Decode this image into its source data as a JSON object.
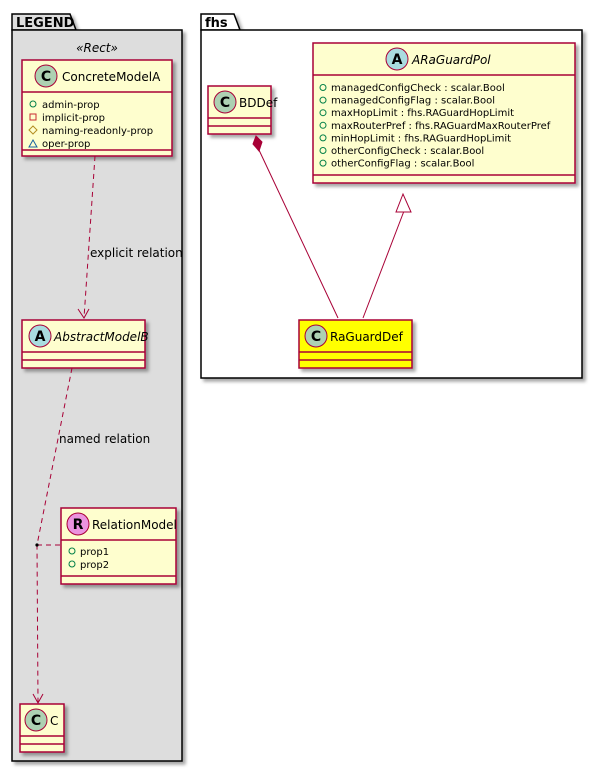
{
  "legend_package": {
    "title": "LEGEND",
    "stereotype": "«Rect»",
    "concrete_model": {
      "kind_letter": "C",
      "name": "ConcreteModelA",
      "attributes": [
        {
          "visibility": "public",
          "text": "admin-prop"
        },
        {
          "visibility": "private",
          "text": "implicit-prop"
        },
        {
          "visibility": "protected",
          "text": "naming-readonly-prop"
        },
        {
          "visibility": "package",
          "text": "oper-prop"
        }
      ]
    },
    "explicit_relation_label": "explicit relation",
    "abstract_model": {
      "kind_letter": "A",
      "name": "AbstractModelB"
    },
    "named_relation_label": "named relation",
    "relation_model": {
      "kind_letter": "R",
      "name": "RelationModel",
      "attributes": [
        {
          "visibility": "public",
          "text": "prop1"
        },
        {
          "visibility": "public",
          "text": "prop2"
        }
      ]
    },
    "target_model": {
      "kind_letter": "C",
      "name": "C"
    }
  },
  "fhs_package": {
    "title": "fhs",
    "bd_def": {
      "kind_letter": "C",
      "name": "BDDef"
    },
    "ra_guard_pol": {
      "kind_letter": "A",
      "name": "ARaGuardPol",
      "attributes": [
        {
          "visibility": "public",
          "text": "managedConfigCheck : scalar.Bool"
        },
        {
          "visibility": "public",
          "text": "managedConfigFlag : scalar.Bool"
        },
        {
          "visibility": "public",
          "text": "maxHopLimit : fhs.RAGuardHopLimit"
        },
        {
          "visibility": "public",
          "text": "maxRouterPref : fhs.RAGuardMaxRouterPref"
        },
        {
          "visibility": "public",
          "text": "minHopLimit : fhs.RAGuardHopLimit"
        },
        {
          "visibility": "public",
          "text": "otherConfigCheck : scalar.Bool"
        },
        {
          "visibility": "public",
          "text": "otherConfigFlag : scalar.Bool"
        }
      ]
    },
    "ra_guard_def": {
      "kind_letter": "C",
      "name": "RaGuardDef"
    }
  },
  "colors": {
    "class_fill": "#FEFECE",
    "class_border": "#A80036",
    "highlight_fill": "#FFFF00",
    "package_fill_legend": "#DDDDDD",
    "package_fill_fhs": "#FFFFFF",
    "circle_concrete": "#ADD1B2",
    "circle_abstract": "#A9DCDF",
    "circle_relation": "#EB93DF",
    "private_square": "#C82930",
    "protected_diamond": "#B38D22",
    "package_triangle": "#1963A0",
    "public_circle": "#038048"
  }
}
